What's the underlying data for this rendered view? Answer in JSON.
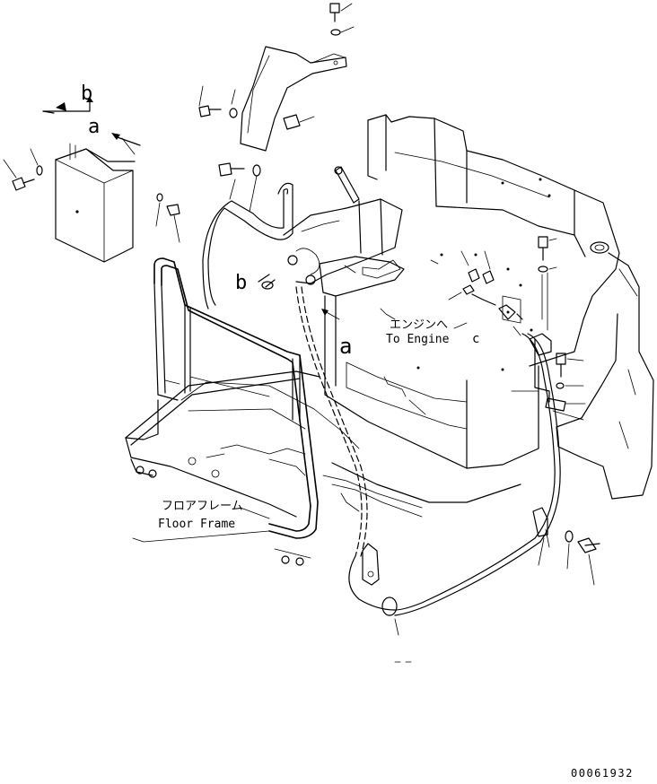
{
  "diagram": {
    "callout_b_top": "b",
    "callout_a_top": "a",
    "callout_b_pipe": "b",
    "callout_a_box": "a",
    "callout_c": "c",
    "engine_jp": "エンジンへ",
    "engine_en": "To Engine",
    "floor_jp": "フロアフレーム",
    "floor_en": "Floor Frame",
    "drawing_number": "00061932"
  }
}
